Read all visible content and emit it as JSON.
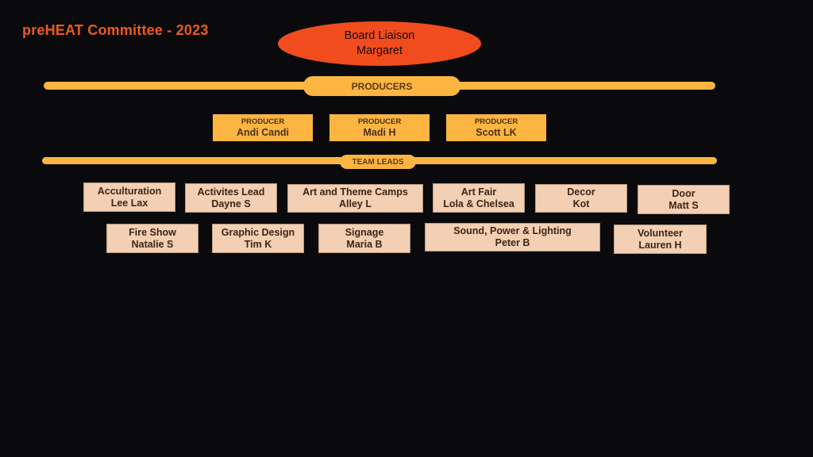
{
  "title": "preHEAT Committee - 2023",
  "liaison": {
    "role": "Board Liaison",
    "name": "Margaret"
  },
  "producers_label": "PRODUCERS",
  "producers": [
    {
      "role": "PRODUCER",
      "name": "Andi Candi"
    },
    {
      "role": "PRODUCER",
      "name": "Madi H"
    },
    {
      "role": "PRODUCER",
      "name": "Scott LK"
    }
  ],
  "team_leads_label": "TEAM LEADS",
  "team_leads": [
    {
      "team": "Acculturation",
      "name": "Lee Lax"
    },
    {
      "team": "Activites Lead",
      "name": "Dayne S"
    },
    {
      "team": "Art and Theme Camps",
      "name": "Alley L"
    },
    {
      "team": "Art Fair",
      "name": "Lola & Chelsea"
    },
    {
      "team": "Decor",
      "name": "Kot"
    },
    {
      "team": "Door",
      "name": "Matt S"
    },
    {
      "team": "Fire Show",
      "name": "Natalie S"
    },
    {
      "team": "Graphic Design",
      "name": "Tim K"
    },
    {
      "team": "Signage",
      "name": "Maria B"
    },
    {
      "team": "Sound, Power & Lighting",
      "name": "Peter B"
    },
    {
      "team": "Volunteer",
      "name": "Lauren H"
    }
  ],
  "colors": {
    "background": "#0a0a0c",
    "title": "#ee5a1c",
    "liaison": "#f04c1e",
    "producer": "#fdb542",
    "team_lead": "#f3d0b3"
  }
}
